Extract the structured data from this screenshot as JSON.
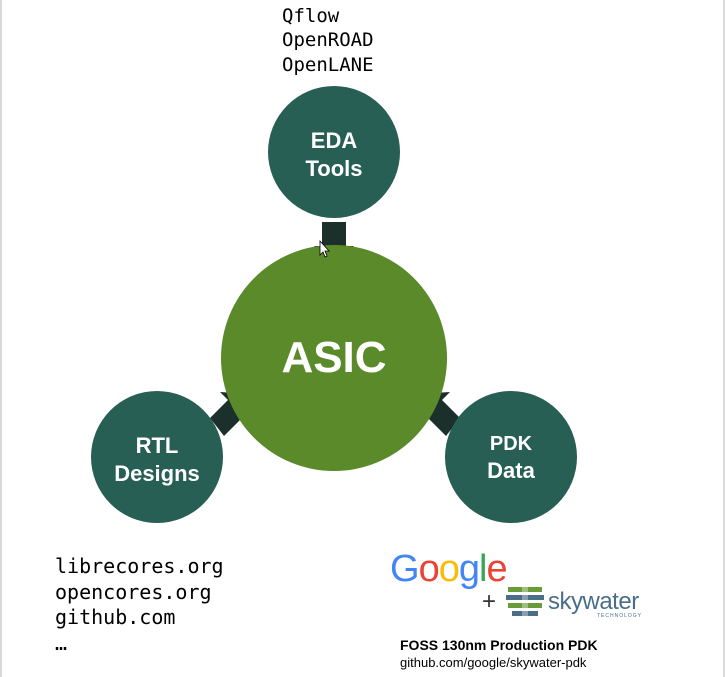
{
  "colors": {
    "node_teal": "#275f55",
    "asic_green": "#5a8a2a",
    "arrow": "#1b2f2b",
    "google_blue": "#4285f4",
    "google_red": "#ea4335",
    "google_yellow": "#fbbc05",
    "google_green": "#34a853"
  },
  "nodes": {
    "asic": {
      "label": "ASIC"
    },
    "eda": {
      "line1": "EDA",
      "line2": "Tools"
    },
    "rtl": {
      "line1": "RTL",
      "line2": "Designs"
    },
    "pdk": {
      "line1": "PDK",
      "line2": "Data"
    }
  },
  "eda_tools": [
    "Qflow",
    "OpenROAD",
    "OpenLANE"
  ],
  "rtl_sources": [
    "librecores.org",
    "opencores.org",
    "github.com",
    "…"
  ],
  "pdk_info": {
    "google_letters": [
      "G",
      "o",
      "o",
      "g",
      "l",
      "e"
    ],
    "plus": "+",
    "skywater_name": "skywater",
    "skywater_sub": "TECHNOLOGY",
    "title": "FOSS 130nm Production PDK",
    "url": "github.com/google/skywater-pdk"
  },
  "icons": {
    "cursor": "mouse-cursor-icon",
    "skywater": "skywater-logo-icon"
  }
}
